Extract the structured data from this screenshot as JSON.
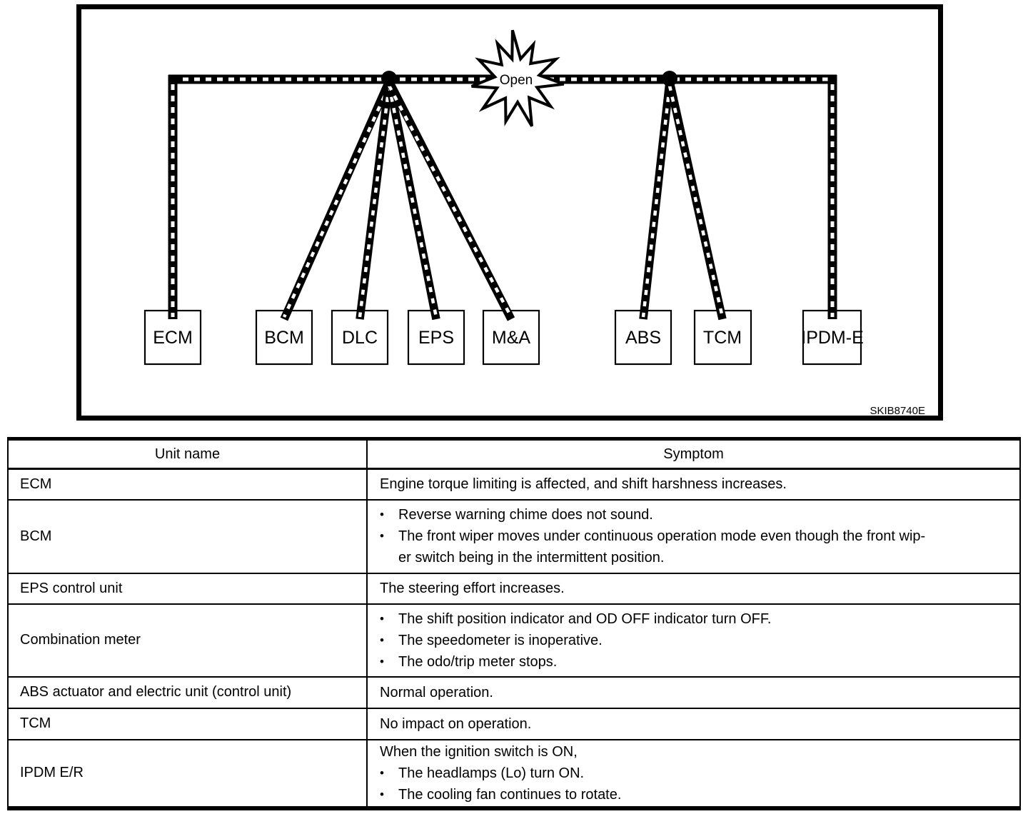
{
  "diagram": {
    "figure_code": "SKIB8740E",
    "fault_label": "Open",
    "nodes": [
      {
        "label": "ECM"
      },
      {
        "label": "BCM"
      },
      {
        "label": "DLC"
      },
      {
        "label": "EPS"
      },
      {
        "label": "M&A"
      },
      {
        "label": "ABS"
      },
      {
        "label": "TCM"
      },
      {
        "label": "IPDM-E"
      }
    ]
  },
  "table": {
    "bullet": "•",
    "headers": {
      "unit": "Unit name",
      "symptom": "Symptom"
    },
    "rows": [
      {
        "unit": "ECM",
        "symptoms": [
          {
            "lines": [
              "Engine torque limiting is affected, and shift harshness increases."
            ]
          }
        ]
      },
      {
        "unit": "BCM",
        "symptoms": [
          {
            "lines": [
              "Reverse warning chime does not sound."
            ]
          },
          {
            "lines": [
              "The front wiper moves under continuous operation mode even though the front wip-",
              "er switch being in the intermittent position."
            ]
          }
        ]
      },
      {
        "unit": "EPS control unit",
        "symptoms": [
          {
            "lines": [
              "The steering effort increases."
            ]
          }
        ]
      },
      {
        "unit": "Combination meter",
        "symptoms": [
          {
            "lines": [
              "The shift position indicator and OD OFF indicator turn OFF."
            ]
          },
          {
            "lines": [
              "The speedometer is inoperative."
            ]
          },
          {
            "lines": [
              "The odo/trip meter stops."
            ]
          }
        ]
      },
      {
        "unit": "ABS actuator and electric unit (control unit)",
        "symptoms": [
          {
            "lines": [
              "Normal operation."
            ]
          }
        ]
      },
      {
        "unit": "TCM",
        "symptoms": [
          {
            "lines": [
              "No impact on operation."
            ]
          }
        ]
      },
      {
        "unit": "IPDM E/R",
        "symptoms": [
          {
            "lines": [
              "When the ignition switch is ON,"
            ]
          },
          {
            "lines": [
              "The headlamps (Lo) turn ON."
            ]
          },
          {
            "lines": [
              "The cooling fan continues to rotate."
            ]
          }
        ]
      }
    ]
  }
}
